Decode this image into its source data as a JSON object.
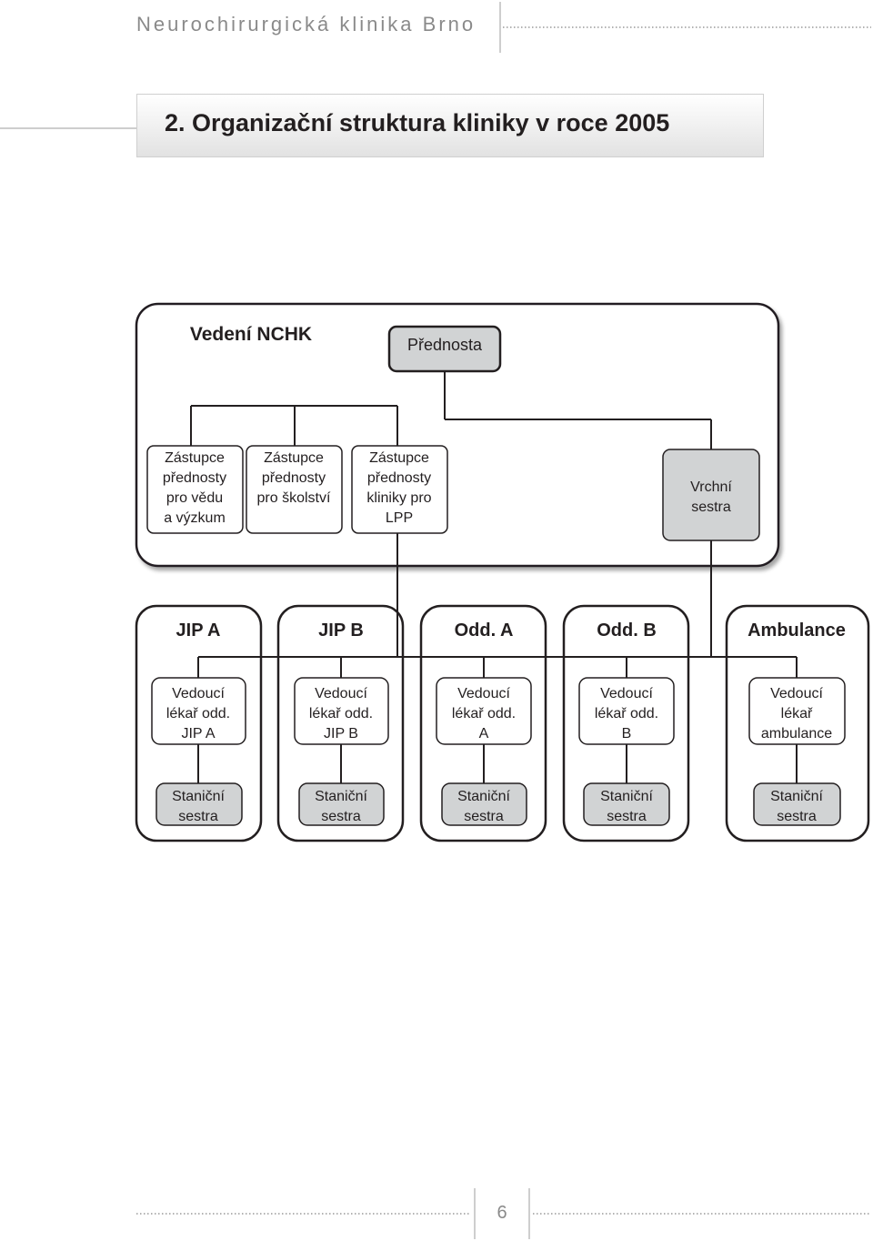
{
  "header": {
    "title": "Neurochirurgická klinika Brno"
  },
  "chapter": {
    "title": "2. Organizační struktura kliniky v roce 2005"
  },
  "page": {
    "number": "6"
  },
  "diagram": {
    "leadership_group": {
      "label": "Vedení NCHK"
    },
    "head": {
      "lines": [
        "Přednosta"
      ]
    },
    "deputies": [
      {
        "id": "deputy-research",
        "lines": [
          "Zástupce",
          "přednosty",
          "pro vědu",
          "a výzkum"
        ]
      },
      {
        "id": "deputy-education",
        "lines": [
          "Zástupce",
          "přednosty",
          "pro školství"
        ]
      },
      {
        "id": "deputy-lpp",
        "lines": [
          "Zástupce",
          "přednosty",
          "kliniky pro",
          "LPP"
        ]
      },
      {
        "id": "head-nurse",
        "lines": [
          "Vrchní",
          "sestra"
        ]
      }
    ],
    "departments": [
      {
        "id": "jip-a",
        "name": "JIP A",
        "doctor": [
          "Vedoucí",
          "lékař odd.",
          "JIP A"
        ],
        "nurse": [
          "Staniční",
          "sestra"
        ]
      },
      {
        "id": "jip-b",
        "name": "JIP B",
        "doctor": [
          "Vedoucí",
          "lékař odd.",
          "JIP B"
        ],
        "nurse": [
          "Staniční",
          "sestra"
        ]
      },
      {
        "id": "odd-a",
        "name": "Odd. A",
        "doctor": [
          "Vedoucí",
          "lékař odd.",
          "A"
        ],
        "nurse": [
          "Staniční",
          "sestra"
        ]
      },
      {
        "id": "odd-b",
        "name": "Odd. B",
        "doctor": [
          "Vedoucí",
          "lékař odd.",
          "B"
        ],
        "nurse": [
          "Staniční",
          "sestra"
        ]
      },
      {
        "id": "ambulance",
        "name": "Ambulance",
        "doctor": [
          "Vedoucí",
          "lékař",
          "ambulance"
        ],
        "nurse": [
          "Staniční",
          "sestra"
        ]
      }
    ],
    "colors": {
      "gray_fill": "#d1d3d4",
      "stroke": "#231f20",
      "white": "#ffffff"
    }
  }
}
